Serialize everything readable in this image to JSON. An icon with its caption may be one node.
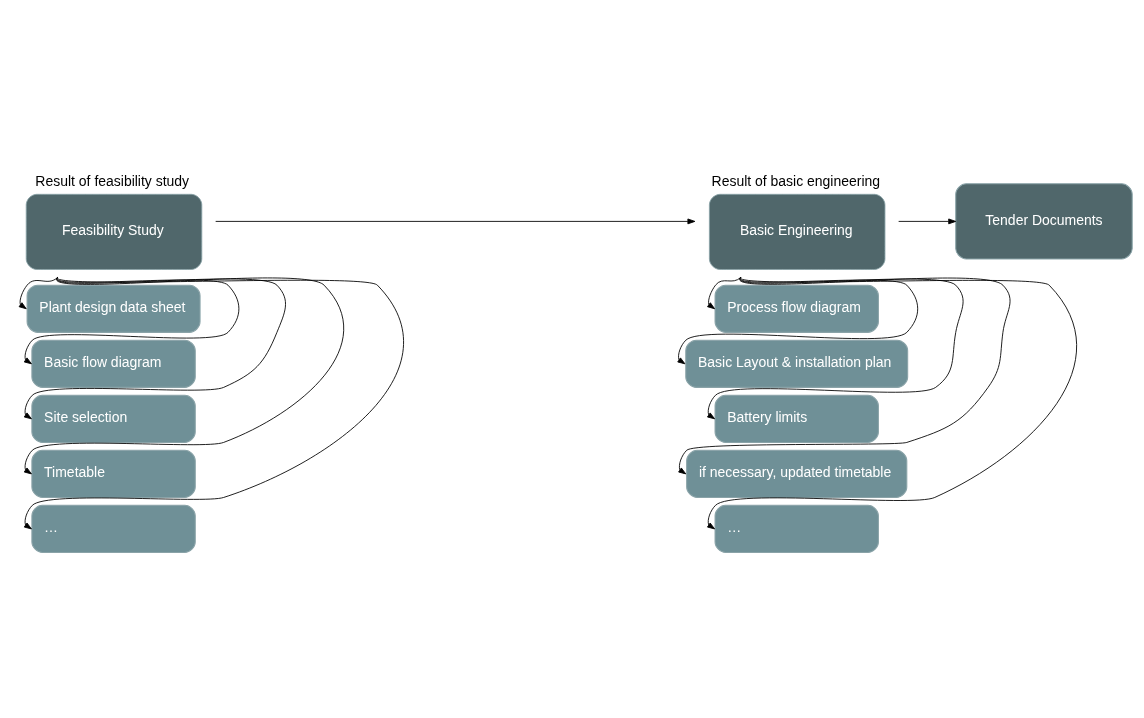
{
  "diagram": {
    "nodes": [
      {
        "text": [
          "Feasibility Study"
        ],
        "beside": [
          "Result of feasibility study"
        ]
      },
      {
        "text": [
          "Basic Engineering"
        ],
        "beside": [
          "Result of basic engineering"
        ]
      },
      {
        "text": [
          "Tender Documents"
        ]
      },
      {
        "text": [
          "Plant design data sheet"
        ]
      },
      {
        "text": [
          "Basic flow diagram"
        ]
      },
      {
        "text": [
          "Site selection"
        ]
      },
      {
        "text": [
          "Timetable"
        ]
      },
      {
        "text": [
          "…"
        ]
      },
      {
        "text": [
          "Process flow diagram"
        ]
      },
      {
        "text": [
          "Basic Layout & installation plan"
        ]
      },
      {
        "text": [
          "Battery limits"
        ]
      },
      {
        "text": [
          "if necessary, updated timetable"
        ]
      },
      {
        "text": [
          "…"
        ]
      }
    ],
    "edges": [
      {
        "from": 0,
        "to": 1,
        "arrow": "to"
      },
      {
        "from": 1,
        "to": 2,
        "arrow": "to"
      },
      {
        "from": 0,
        "to": 3,
        "arrow": "to"
      },
      {
        "from": 0,
        "to": 4,
        "arrow": "to"
      },
      {
        "from": 0,
        "to": 5,
        "arrow": "to"
      },
      {
        "from": 0,
        "to": 6,
        "arrow": "to"
      },
      {
        "from": 0,
        "to": 7,
        "arrow": "to"
      },
      {
        "from": 1,
        "to": 8,
        "arrow": "to"
      },
      {
        "from": 1,
        "to": 9,
        "arrow": "to"
      },
      {
        "from": 1,
        "to": 10,
        "arrow": "to"
      },
      {
        "from": 1,
        "to": 11,
        "arrow": "to"
      },
      {
        "from": 1,
        "to": 12,
        "arrow": "to"
      }
    ]
  }
}
